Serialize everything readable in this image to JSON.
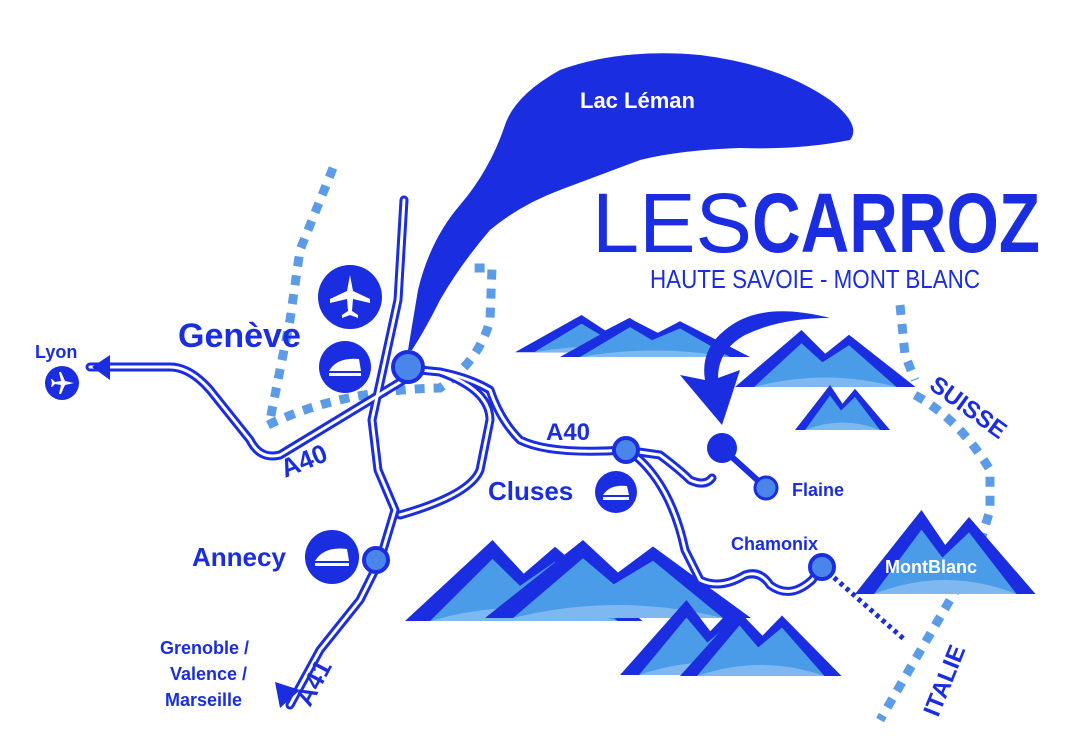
{
  "brand": {
    "prefix": "LES",
    "name": "CARROZ",
    "tagline": "HAUTE SAVOIE - MONT BLANC"
  },
  "lake": {
    "label": "Lac Léman"
  },
  "cities": {
    "geneve": "Genève",
    "lyon": "Lyon",
    "annecy": "Annecy",
    "cluses": "Cluses",
    "flaine": "Flaine",
    "chamonix": "Chamonix",
    "montblanc": "MontBlanc",
    "grenoble": "Grenoble /",
    "valence": "Valence /",
    "marseille": "Marseille"
  },
  "roads": {
    "a40_west": "A40",
    "a40_east": "A40",
    "a41": "A41"
  },
  "borders": {
    "suisse": "SUISSE",
    "italie": "ITALIE"
  },
  "icons": [
    "airplane-icon",
    "train-icon",
    "arrow-down-icon",
    "mountain-icon"
  ],
  "colors": {
    "primary": "#1a2de0",
    "light": "#4a86ea",
    "dotted": "#5b9be8",
    "white": "#ffffff"
  }
}
